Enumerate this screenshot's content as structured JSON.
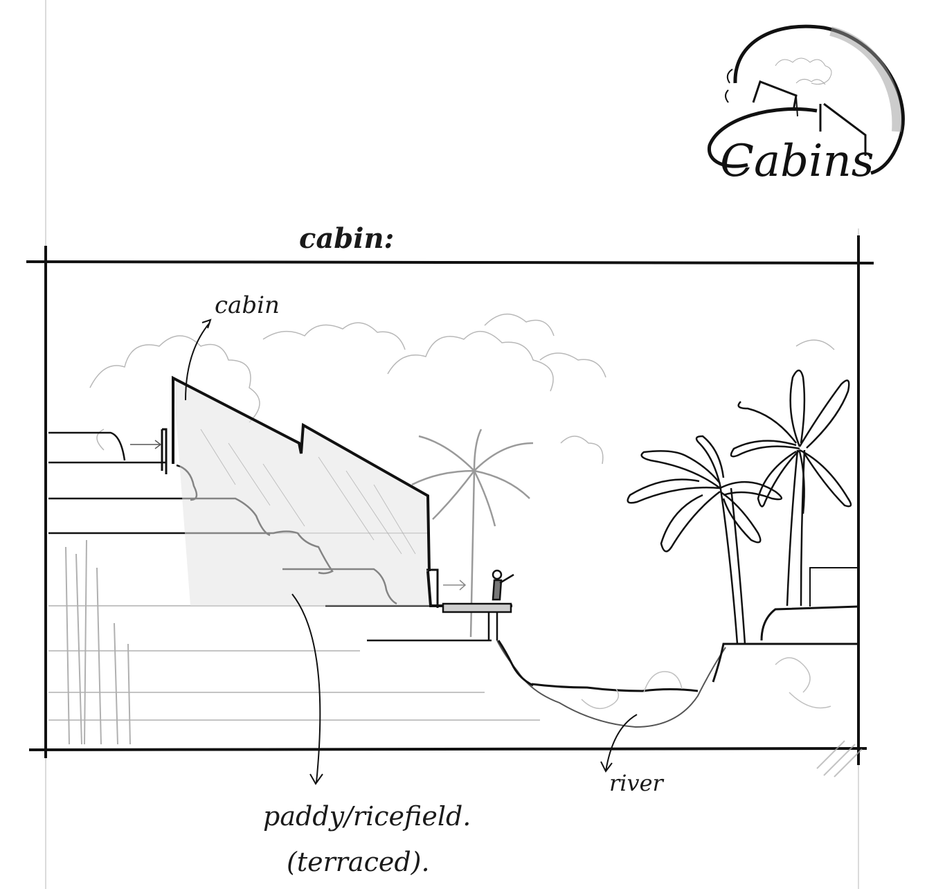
{
  "logo": {
    "text": "Cabins"
  },
  "section_title": "cabin:",
  "labels": {
    "cabin": "cabin",
    "paddy_line1": "paddy/ricefield.",
    "paddy_line2": "(terraced).",
    "river": "river"
  },
  "colors": {
    "ink": "#111111",
    "pencil": "#b8b8b8",
    "paper": "#ffffff"
  }
}
